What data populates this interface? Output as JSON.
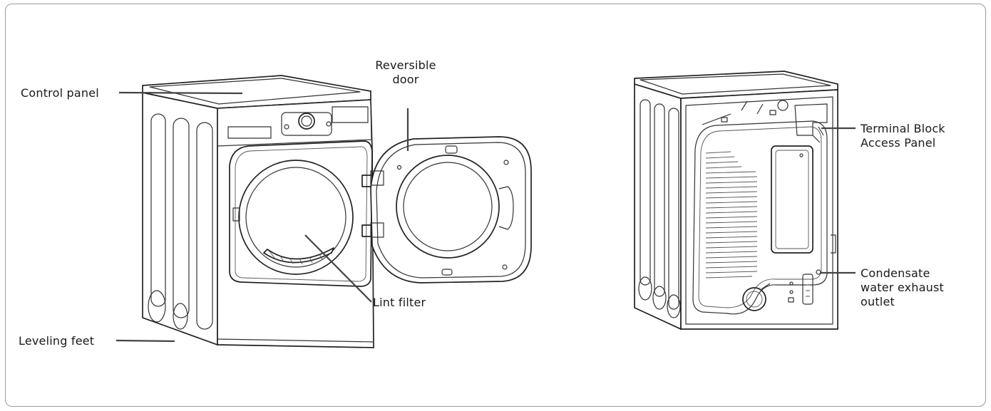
{
  "labels": {
    "control_panel": "Control panel",
    "reversible_door": [
      "Reversible",
      "door"
    ],
    "lint_filter": "Lint filter",
    "leveling_feet": "Leveling feet",
    "terminal_block": [
      "Terminal Block",
      "Access Panel"
    ],
    "condensate": [
      "Condensate",
      "water exhaust",
      "outlet"
    ]
  },
  "colors": {
    "line": "#222222",
    "frame": "#9a9a9a",
    "text": "#1a1a1a"
  }
}
